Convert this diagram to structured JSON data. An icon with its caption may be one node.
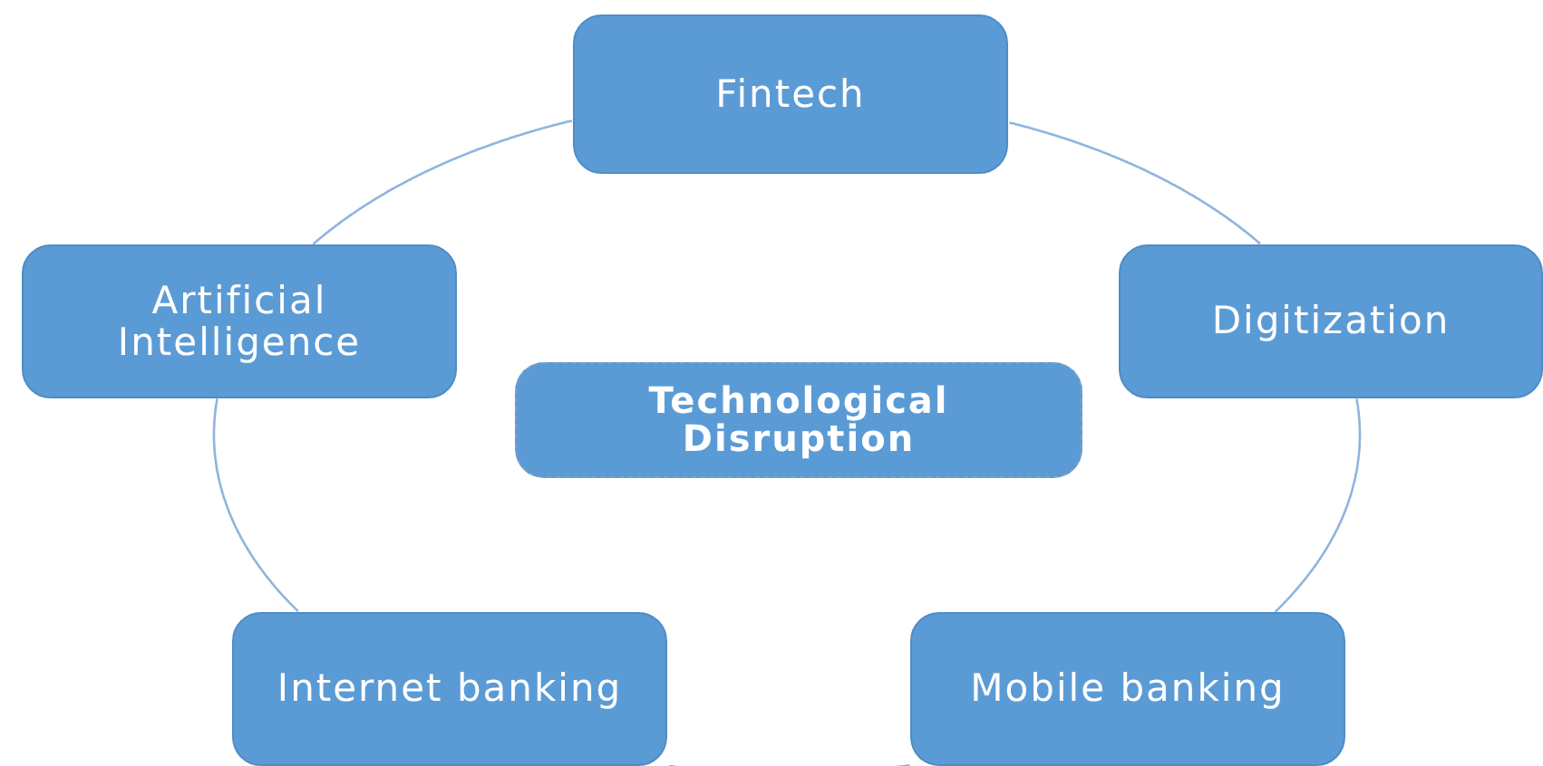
{
  "diagram": {
    "nodes": [
      {
        "text": [
          "Fintech"
        ]
      },
      {
        "text": [
          "Digitization"
        ]
      },
      {
        "text": [
          "Mobile banking"
        ]
      },
      {
        "text": [
          "Internet banking"
        ]
      },
      {
        "text": [
          "Artificial Intelligence"
        ]
      },
      {
        "text": [
          "Technological Disruption"
        ]
      }
    ],
    "edges": [
      {
        "from": 0,
        "to": 1,
        "arrow": "none"
      },
      {
        "from": 1,
        "to": 2,
        "arrow": "none"
      },
      {
        "from": 2,
        "to": 3,
        "arrow": "none"
      },
      {
        "from": 3,
        "to": 4,
        "arrow": "none"
      },
      {
        "from": 4,
        "to": 0,
        "arrow": "none"
      }
    ]
  }
}
